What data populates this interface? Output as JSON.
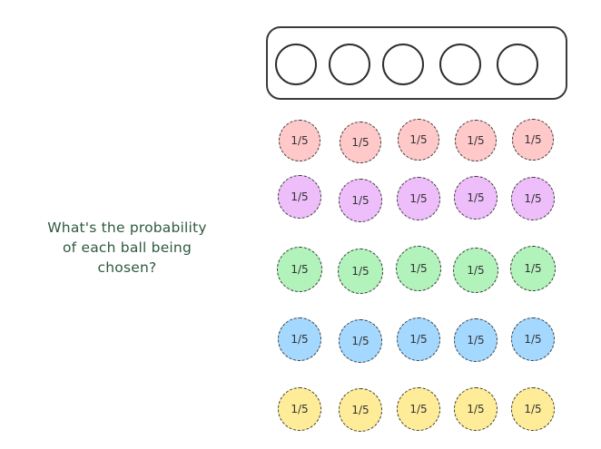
{
  "question": "What's the probability\nof each ball being\nchosen?",
  "slots": {
    "count": 5
  },
  "ball_label": "1/5",
  "rows": [
    {
      "name": "red",
      "color": "#ffc9c9",
      "labels": [
        "1/5",
        "1/5",
        "1/5",
        "1/5",
        "1/5"
      ]
    },
    {
      "name": "purple",
      "color": "#eebefa",
      "labels": [
        "1/5",
        "1/5",
        "1/5",
        "1/5",
        "1/5"
      ]
    },
    {
      "name": "green",
      "color": "#b2f2bb",
      "labels": [
        "1/5",
        "1/5",
        "1/5",
        "1/5",
        "1/5"
      ]
    },
    {
      "name": "blue",
      "color": "#a5d8ff",
      "labels": [
        "1/5",
        "1/5",
        "1/5",
        "1/5",
        "1/5"
      ]
    },
    {
      "name": "yellow",
      "color": "#ffec99",
      "labels": [
        "1/5",
        "1/5",
        "1/5",
        "1/5",
        "1/5"
      ]
    }
  ]
}
